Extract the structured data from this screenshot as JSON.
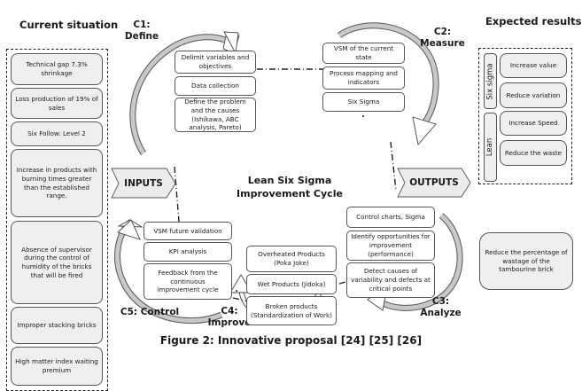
{
  "current_situation": {
    "title": "Current situation",
    "items": [
      "Technical gap 7.3% shrinkage",
      "Loss production of 19% of sales",
      "Six Follow: Level 2",
      "Increase in products with burning times greater than the established range.",
      "Absence of supervisor during the control of humidity of the bricks that will be fired",
      "Improper stacking bricks",
      "High matter index waiting premium"
    ]
  },
  "flow": {
    "inputs_label": "INPUTS",
    "outputs_label": "OUTPUTS"
  },
  "cycle": {
    "title_line1": "Lean Six Sigma",
    "title_line2": "Improvement Cycle",
    "stages": {
      "c1": {
        "line1": "C1:",
        "line2": "Define",
        "items": [
          "Delimit variables and objectives",
          "Data collection",
          "Define the problem and the causes (Ishikawa, ABC analysis, Pareto)"
        ]
      },
      "c2": {
        "line1": "C2:",
        "line2": "Measure",
        "items": [
          "VSM of the current state",
          "Process mapping and indicators",
          "Six Sigma"
        ]
      },
      "c3": {
        "line1": "C3:",
        "line2": "Analyze",
        "items": [
          "Control charts, Sigma",
          "Identify opportunities for improvement (performance)",
          "Detect causes of variability and defects at critical points"
        ]
      },
      "c4": {
        "line1": "C4:",
        "line2": "Improve",
        "items": [
          "Overheated Products (Poka Joke)",
          "Wet Products (Jidoka)",
          "Broken products (Standardization of Work)"
        ]
      },
      "c5": {
        "line1": "C5: Control",
        "items": [
          "VSM future validation",
          "KPI analysis",
          "Feedback from the continuous improvement cycle"
        ]
      }
    }
  },
  "expected_results": {
    "title": "Expected results",
    "groups": [
      {
        "label": "Six sigma",
        "items": [
          "Increase value",
          "Reduce variation"
        ]
      },
      {
        "label": "Lean",
        "items": [
          "Increase Speed",
          "Reduce the waste"
        ]
      }
    ],
    "final_goal": "Reduce the percentage of wastage of the tambourine brick"
  },
  "caption": "Figure 2: Innovative proposal [24] [25] [26]"
}
